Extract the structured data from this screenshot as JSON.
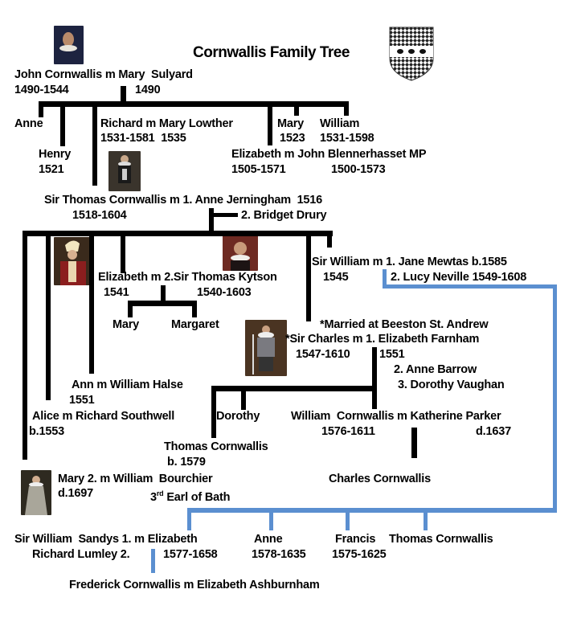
{
  "title": "Cornwallis Family Tree",
  "colors": {
    "lines": "#000000",
    "secondary_line": "#5b8fd0"
  },
  "gen1": {
    "couple": "John Cornwallis m Mary  Sulyard",
    "john_dates": "1490-1544",
    "mary_dates": "1490"
  },
  "gen2": {
    "anne": "Anne",
    "henry": "Henry",
    "henry_dates": "1521",
    "richard": "Richard m Mary Lowther",
    "richard_dates": "1531-1581  1535",
    "mary": "Mary",
    "mary_dates": "1523",
    "william": "William",
    "william_dates": "1531-1598",
    "elizabeth": "Elizabeth m John Blennerhasset MP",
    "elizabeth_dates": "1505-1571",
    "john_b_dates": "1500-1573",
    "thomas": "Sir Thomas Cornwallis m 1. Anne Jerningham  1516",
    "thomas_dates": "1518-1604",
    "thomas_wife2": "2. Bridget Drury"
  },
  "gen3": {
    "sir_william": "Sir William m 1. Jane Mewtas b.1585",
    "sir_william_dates": "1545",
    "sir_william_wife2": "2. Lucy Neville 1549-1608",
    "elizabeth": "Elizabeth m 2.Sir Thomas Kytson",
    "elizabeth_dates": "1541",
    "kytson_dates": "1540-1603",
    "mary": "Mary",
    "margaret": "Margaret",
    "married_note": "*Married at Beeston St. Andrew",
    "charles": "*Sir Charles m 1. Elizabeth Farnham",
    "charles_dates": "1547-1610",
    "farnham_dates": "1551",
    "charles_wife2": "2. Anne Barrow",
    "charles_wife3": "3. Dorothy Vaughan",
    "ann": "Ann m William Halse",
    "ann_dates": "1551",
    "alice": "Alice m Richard Southwell",
    "alice_dates": "b.1553",
    "mary2": "Mary 2. m William  Bourchier",
    "mary2_dates": "d.1697",
    "earl_ord": "3",
    "earl_sup": "rd",
    "earl": " Earl of Bath"
  },
  "gen4": {
    "dorothy": "Dorothy",
    "william": "William  Cornwallis m Katherine Parker",
    "william_dates": "1576-1611",
    "katherine_dates": "d.1637",
    "thomas": "Thomas Cornwallis",
    "thomas_dates": "b. 1579",
    "charles": "Charles Cornwallis",
    "elizabeth": "Sir William  Sandys 1. m Elizabeth",
    "elizabeth_line2": "Richard Lumley 2.",
    "elizabeth_dates": "1577-1658",
    "anne": "Anne",
    "anne_dates": "1578-1635",
    "francis": "Francis",
    "francis_dates": "1575-1625",
    "thomas_w": "Thomas Cornwallis"
  },
  "gen5": {
    "frederick": "Frederick Cornwallis m Elizabeth Ashburnham"
  }
}
